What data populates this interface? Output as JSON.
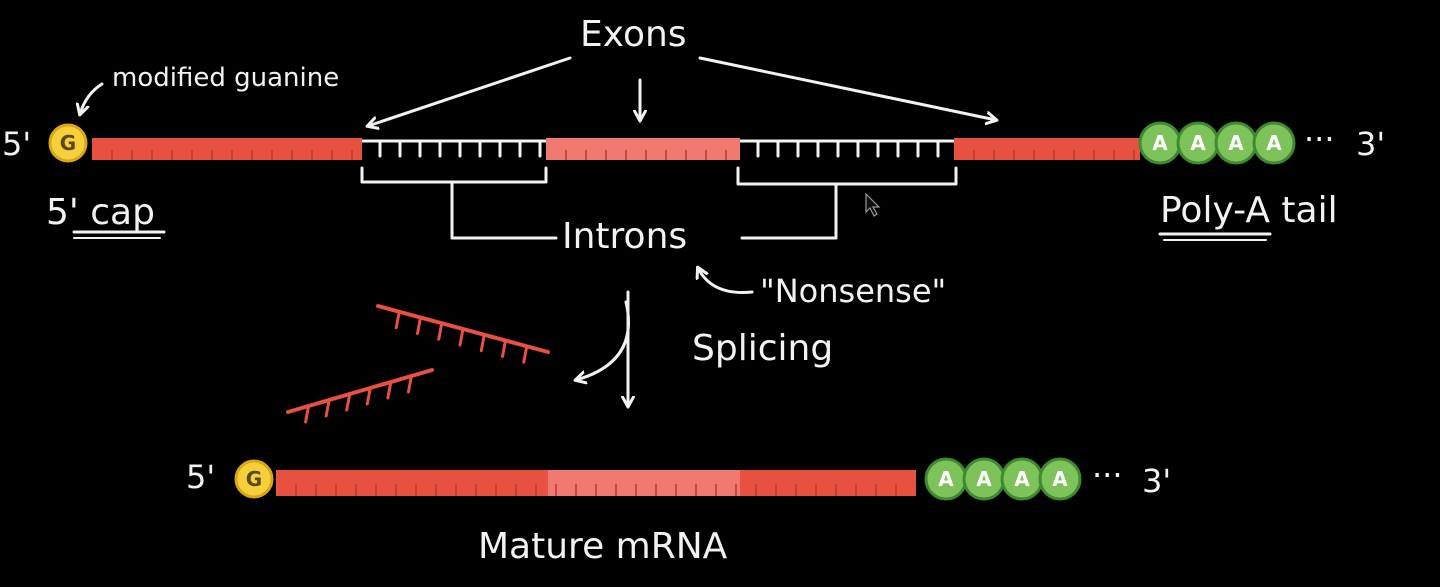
{
  "colors": {
    "background": "#000000",
    "exon": "#e8503f",
    "exon_light": "#f07a72",
    "intron_line": "#111111",
    "chalk": "#f2f2f2",
    "cap_fill": "#f6cf3b",
    "cap_stroke": "#d9a814",
    "polya_fill": "#7ec35a",
    "polya_stroke": "#3f8a2f",
    "cap_letter": "#5a4a10",
    "polya_letter": "#ffffff"
  },
  "labels": {
    "exons": "Exons",
    "modified_guanine": "modified guanine",
    "five_prime_top": "5'",
    "three_prime_top": "3'",
    "five_cap": "5' cap",
    "poly_a_tail": "Poly-A tail",
    "introns": "Introns",
    "nonsense": "\"Nonsense\"",
    "splicing": "Splicing",
    "five_prime_bottom": "5'",
    "three_prime_bottom": "3'",
    "mature_mrna": "Mature mRNA",
    "ellipsis_top": "···",
    "ellipsis_bottom": "···"
  },
  "nucleotides": {
    "cap": "G",
    "tail": [
      "A",
      "A",
      "A",
      "A"
    ]
  },
  "icons": {
    "cursor": "mouse-pointer-icon"
  }
}
